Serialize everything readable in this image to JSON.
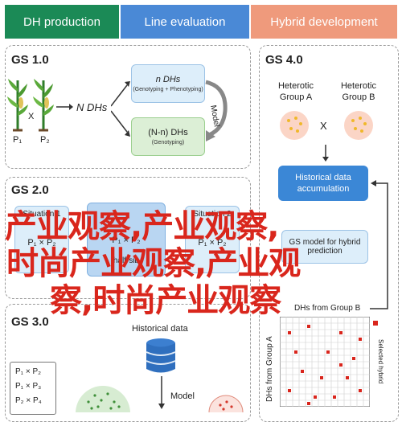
{
  "header": {
    "stage1": "DH production",
    "stage2": "Line evaluation",
    "stage3": "Hybrid development"
  },
  "colors": {
    "stage1": "#1b8a56",
    "stage2": "#4a89d6",
    "stage3": "#ef9a7c",
    "overlay": "#d9261c"
  },
  "gs1": {
    "title": "GS 1.0",
    "cross": "X",
    "p1": "P₁",
    "p2": "P₂",
    "n_dhs": "N DHs",
    "box1_title": "n DHs",
    "box1_sub": "(Genotyping + Phenotyping)",
    "box2_title": "(N-n) DHs",
    "box2_sub": "(Genotyping)",
    "model": "Model"
  },
  "gs2": {
    "title": "GS 2.0",
    "sit1": "Situation 1",
    "sit2": "Situation 2",
    "cross1": "P₁ × P₂",
    "cross2": "P₁ × P₂",
    "cross3": "P₁ × P₂",
    "half_sib": "half-sib"
  },
  "gs3": {
    "title": "GS 3.0",
    "historical": "Historical data",
    "crosses": [
      "P₁ × P₂",
      "P₁ × P₃",
      "P₂ × P₄"
    ],
    "model": "Model"
  },
  "gs4": {
    "title": "GS 4.0",
    "group_a": "Heterotic Group A",
    "group_b": "Heterotic Group B",
    "cross": "X",
    "accum": "Historical data accumulation",
    "gs_model": "GS model for hybrid prediction",
    "dh_group_b": "DHs from Group B",
    "dh_group_a": "DHs from Group A",
    "selected": "Selected hybrid"
  },
  "overlay": {
    "line1": "产业观察,产业观察,",
    "line2": "时尚产业观察,产业观",
    "line3": "察,时尚产业观察"
  }
}
